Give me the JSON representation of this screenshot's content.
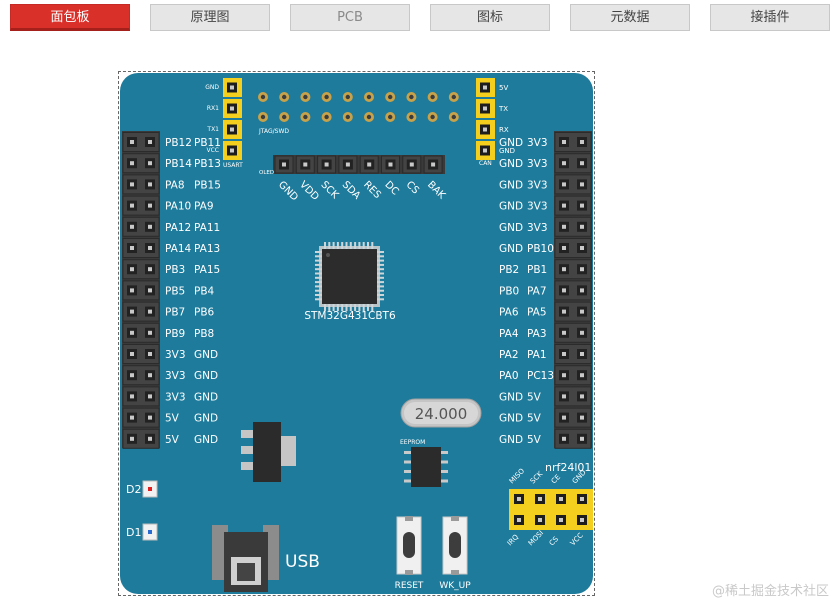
{
  "tabs": [
    {
      "label": "面包板",
      "active": true
    },
    {
      "label": "原理图",
      "active": false
    },
    {
      "label": "PCB",
      "active": false
    },
    {
      "label": "图标",
      "active": false
    },
    {
      "label": "元数据",
      "active": false
    },
    {
      "label": "接插件",
      "active": false
    }
  ],
  "board": {
    "color": "#1e7b9b",
    "usart": {
      "pins": [
        "GND",
        "RX1",
        "TX1",
        "VCC"
      ],
      "label": "USART"
    },
    "jtag_label": "JTAG/SWD",
    "can": {
      "pins": [
        "5V",
        "TX",
        "RX",
        "GND"
      ],
      "label": "CAN"
    },
    "oled": {
      "label": "OLED",
      "pins": [
        "GND",
        "VDD",
        "SCK",
        "SDA",
        "RES",
        "DC",
        "CS",
        "BAK"
      ]
    },
    "left_pins": [
      [
        "PB12",
        "PB11"
      ],
      [
        "PB14",
        "PB13"
      ],
      [
        "PA8",
        "PB15"
      ],
      [
        "PA10",
        "PA9"
      ],
      [
        "PA12",
        "PA11"
      ],
      [
        "PA14",
        "PA13"
      ],
      [
        "PB3",
        "PA15"
      ],
      [
        "PB5",
        "PB4"
      ],
      [
        "PB7",
        "PB6"
      ],
      [
        "PB9",
        "PB8"
      ],
      [
        "3V3",
        "GND"
      ],
      [
        "3V3",
        "GND"
      ],
      [
        "3V3",
        "GND"
      ],
      [
        "5V",
        "GND"
      ],
      [
        "5V",
        "GND"
      ]
    ],
    "right_pins": [
      [
        "GND",
        "3V3"
      ],
      [
        "GND",
        "3V3"
      ],
      [
        "GND",
        "3V3"
      ],
      [
        "GND",
        "3V3"
      ],
      [
        "GND",
        "3V3"
      ],
      [
        "GND",
        "PB10"
      ],
      [
        "PB2",
        "PB1"
      ],
      [
        "PB0",
        "PA7"
      ],
      [
        "PA6",
        "PA5"
      ],
      [
        "PA4",
        "PA3"
      ],
      [
        "PA2",
        "PA1"
      ],
      [
        "PA0",
        "PC13"
      ],
      [
        "GND",
        "5V"
      ],
      [
        "GND",
        "5V"
      ],
      [
        "GND",
        "5V"
      ]
    ],
    "mcu_label": "STM32G431CBT6",
    "crystal_label": "24.000",
    "eeprom_label": "EEPROM",
    "nrf": {
      "title": "nrf24l01",
      "top_pins": [
        "MISO",
        "SCK",
        "CE",
        "GND"
      ],
      "bottom_pins": [
        "IRQ",
        "MOSI",
        "CS",
        "VCC"
      ]
    },
    "leds": [
      "D2",
      "D1"
    ],
    "usb_label": "USB",
    "buttons": [
      "RESET",
      "WK_UP"
    ]
  },
  "watermark": "@稀土掘金技术社区"
}
